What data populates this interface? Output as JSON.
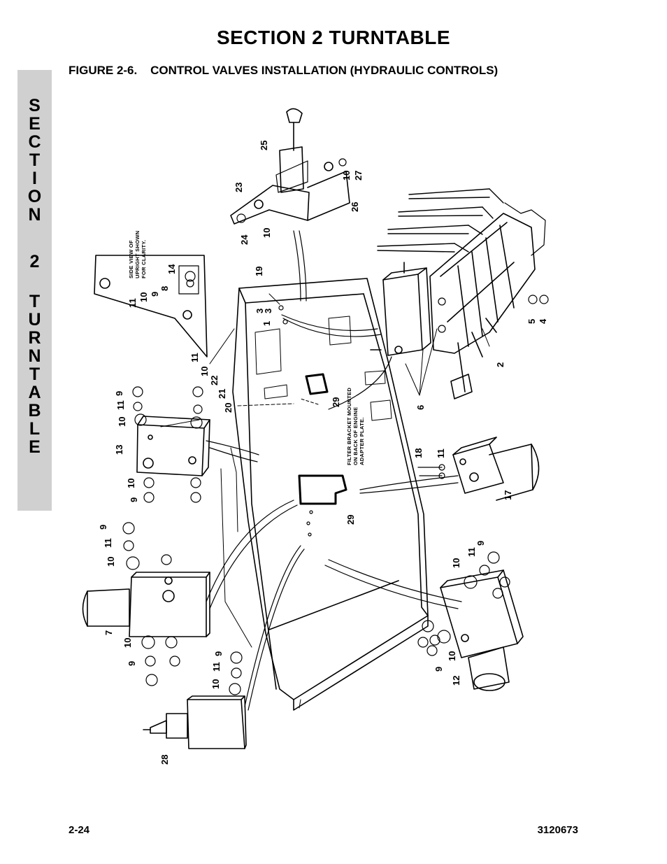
{
  "header": {
    "section_title": "SECTION 2   TURNTABLE",
    "figure_title": "FIGURE 2-6.    CONTROL VALVES INSTALLATION (HYDRAULIC CONTROLS)"
  },
  "side_tab": {
    "letters": [
      "S",
      "E",
      "C",
      "T",
      "I",
      "O",
      "N",
      "2",
      "T",
      "U",
      "R",
      "N",
      "T",
      "A",
      "B",
      "L",
      "E"
    ]
  },
  "diagram": {
    "notes": {
      "side_view": [
        "SIDE VIEW OF",
        "UPRIGHT SHOWN",
        "FOR CLARITY."
      ],
      "filter_bracket": [
        "FILTER BRACKET MOUNTED",
        "ON BACK OF ENGINE",
        "ADAPTER PLATE."
      ]
    },
    "callouts": {
      "c25": "25",
      "c10a": "10",
      "c27": "27",
      "c23": "23",
      "c26": "26",
      "c24": "24",
      "c10b": "10",
      "c14": "14",
      "c8": "8",
      "c11a": "11",
      "c10c": "10",
      "c9a": "9",
      "c19": "19",
      "c3a": "3",
      "c3b": "3",
      "c1": "1",
      "c5": "5",
      "c4": "4",
      "c2": "2",
      "c11b": "11",
      "c10d": "10",
      "c22": "22",
      "c21": "21",
      "c20": "20",
      "c29a": "29",
      "c6": "6",
      "c9b": "9",
      "c11c": "11",
      "c10e": "10",
      "c13": "13",
      "c10f": "10",
      "c9c": "9",
      "c18": "18",
      "c11d": "11",
      "c17": "17",
      "c29b": "29",
      "c9d": "9",
      "c11e": "11",
      "c10g": "10",
      "c7": "7",
      "c10h": "10",
      "c9e": "9",
      "c10i": "10",
      "c11f": "11",
      "c9f": "9",
      "c10j": "10",
      "c11g": "11",
      "c9g": "9",
      "c10k": "10",
      "c9h": "9",
      "c12": "12",
      "c28": "28"
    }
  },
  "footer": {
    "page_number": "2-24",
    "document_number": "3120673"
  }
}
